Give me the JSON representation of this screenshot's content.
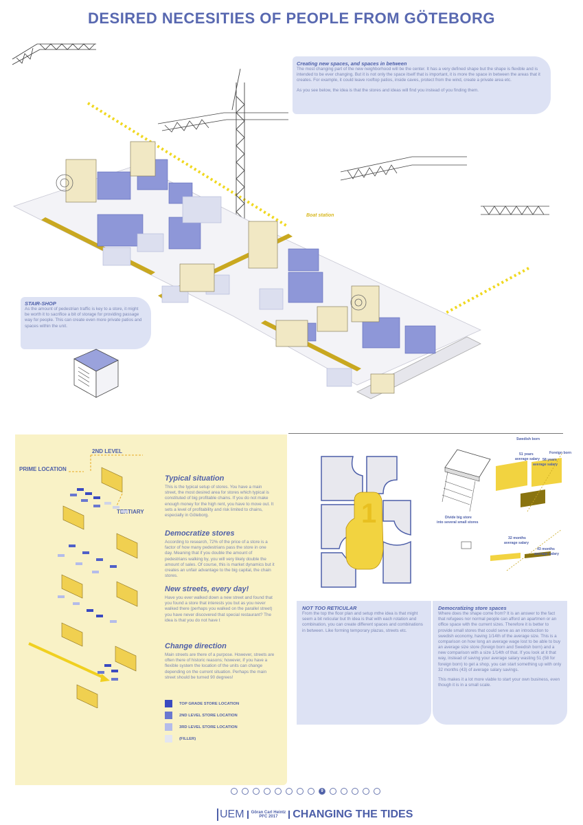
{
  "title": "DESIRED NECESITIES OF PEOPLE FROM GÖTEBORG",
  "creating_spaces": {
    "heading": "Creating new spaces, and spaces in between",
    "body": "The most changing part of the new neighborhood will be the center. It has a very defined shape but the shape is flexible and is intended to be ever changing. But it is not only the space itself that is important, it is more the space in between the areas that it creates. For example, it could leave rooftop patios, inside caves, protect from the wind, create a private area etc.",
    "body2": "As you see below, the idea is that the stores and ideas will find you instead of you finding them."
  },
  "boat_station": "Boat station",
  "stair_shop": {
    "heading": "STAIR-SHOP",
    "body": "As the amount of pedestrian traffic is key to a store, it might be worth it to sacrifice a bit of storage for providing passage way for people. This can create even more private patios and spaces within the unit."
  },
  "diagram_labels": {
    "second_level": "2ND LEVEL",
    "prime_location": "PRIME LOCATION",
    "tertiary": "TERTIARY"
  },
  "sections": [
    {
      "heading": "Typical situation",
      "body": "This is the typical setup of stores. You have a main street, the most desired area for stores which typical is constituted of big profitable chains. If you do not make enough money for the high rent, you have to move out. It sets a level of profitability and risk limited to chains, especially in Göteborg."
    },
    {
      "heading": "Democratize stores",
      "body": "According to research, 72% of the price of a store is a factor of how many pedestrians pass the store in one day. Meaning that if you double the amount of pedestrians walking by, you will very likely double the amount of sales. Of course, this is market dynamics but it creates an unfair advantage to the big capital, the chain stores."
    },
    {
      "heading": "New streets, every day!",
      "body": "Have you ever walked down a new street and found that you found a store that interests you but as you never walked there (perhaps you walked on the parallel street) you have never discovered that special restaurant? The idea is that you do not have t"
    },
    {
      "heading": "Change direction",
      "body": "Main streets are there of a purpose. However, streets are often there of historic reasons; however, if you have a flexible system the location of the units can change depending on the current situation. Perhaps the main street should be turned 90 degrees!"
    }
  ],
  "legend": [
    {
      "label": "TOP GRADE STORE LOCATION",
      "color": "#3a4ac0"
    },
    {
      "label": "2ND LEVEL STORE LOCATION",
      "color": "#6a78d0"
    },
    {
      "label": "3RD LEVEL STORE LOCATION",
      "color": "#b4bcea"
    },
    {
      "label": "(FILLER)",
      "color": "#e4e6f0"
    }
  ],
  "salary": {
    "swedish_born": "Swedish born",
    "foreign_born": "Foreign born",
    "years_51": "51 years",
    "years_58": "58 years",
    "avg_salary": "average salary",
    "divide": "Divide big store",
    "divide2": "into several small stores",
    "months_32": "32 months",
    "months_43": "43 months"
  },
  "not_reticular": {
    "heading": "NOT TOO RETICULAR",
    "body": "From the top the floor plan and setup mthe idea is that might seem a bit reticular but th idea is that with each rotation and combination, you can create different spaces and combinations in between. Like forming temporary plazas, streets etc."
  },
  "democratizing": {
    "heading": "Democratizing store spaces",
    "body": "Where does the shape come from? It is an answer to the fact that refugees nor normal people can afford an apartmen or an office space with the current sizes. Therefore it is better to provide small stores that could serve as an introduction to swedish economy, having 1/14th of the average size. This is a comparison on how long an average wage lost to be able to buy an average size store (foreign born and Swedish born) and a new comparison with a size 1/14th of that. If you look at it that way, instead of saving your average salary wasting 51 (58 for foreign born) to get a shop, you can start something up with only 32 months (43) of average salary savings.",
    "body2": "This makes it a lot more viable to start your own business, even though it is in a small scale."
  },
  "pagination": {
    "active_page": "9",
    "total": 14
  },
  "footer": {
    "uem": "UEM",
    "author": "Göran Carl Heintz",
    "course": "PFC 2017",
    "project": "CHANGING THE TIDES"
  }
}
